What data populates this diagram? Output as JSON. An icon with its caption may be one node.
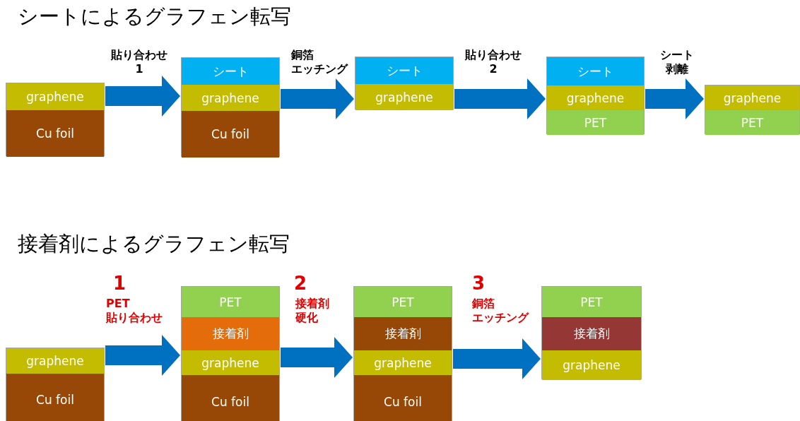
{
  "diagram": {
    "title": "シートによるグラフェン転写",
    "nodes": [
      {
        "text": [],
        "shape": "box"
      },
      {
        "text": [
          "graphene"
        ],
        "in": 0
      },
      {
        "text": [
          "Cu foil"
        ],
        "in": 0
      },
      {
        "text": [],
        "shape": "box"
      },
      {
        "text": [
          "シート"
        ],
        "in": 3
      },
      {
        "text": [
          "graphene"
        ],
        "in": 3
      },
      {
        "text": [
          "Cu foil"
        ],
        "in": 3
      },
      {
        "text": [],
        "shape": "box"
      },
      {
        "text": [
          "シート"
        ],
        "in": 7
      },
      {
        "text": [
          "graphene"
        ],
        "in": 7
      },
      {
        "text": [],
        "shape": "box"
      },
      {
        "text": [
          "シート"
        ],
        "in": 10
      },
      {
        "text": [
          "graphene"
        ],
        "in": 10
      },
      {
        "text": [
          "PET"
        ],
        "in": 10
      },
      {
        "text": [],
        "shape": "box"
      },
      {
        "text": [
          "graphene"
        ],
        "in": 14
      },
      {
        "text": [
          "PET"
        ],
        "in": 14
      },
      {
        "text": [],
        "shape": "box"
      },
      {
        "text": [
          "graphene"
        ],
        "in": 17
      },
      {
        "text": [
          "Cu foil"
        ],
        "in": 17
      },
      {
        "text": [],
        "shape": "box"
      },
      {
        "text": [
          "PET"
        ],
        "in": 20
      },
      {
        "text": [
          "接着剤"
        ],
        "in": 20
      },
      {
        "text": [
          "graphene"
        ],
        "in": 20
      },
      {
        "text": [
          "Cu foil"
        ],
        "in": 20
      },
      {
        "text": [],
        "shape": "box"
      },
      {
        "text": [
          "PET"
        ],
        "in": 25
      },
      {
        "text": [
          "接着剤"
        ],
        "in": 25
      },
      {
        "text": [
          "graphene"
        ],
        "in": 25
      },
      {
        "text": [
          "Cu foil"
        ],
        "in": 25
      },
      {
        "text": [],
        "shape": "box"
      },
      {
        "text": [
          "PET"
        ],
        "in": 30
      },
      {
        "text": [
          "接着剤"
        ],
        "in": 30
      },
      {
        "text": [
          "graphene"
        ],
        "in": 30
      }
    ],
    "edges": [
      {
        "from": 0,
        "to": 3,
        "arrow": "to",
        "label": "貼り合わせ 1"
      },
      {
        "from": 3,
        "to": 7,
        "arrow": "to",
        "label": "銅箔エッチング"
      },
      {
        "from": 7,
        "to": 10,
        "arrow": "to",
        "label": "貼り合わせ 2"
      },
      {
        "from": 10,
        "to": 14,
        "arrow": "to",
        "label": "シート剥離"
      },
      {
        "from": 17,
        "to": 20,
        "arrow": "to",
        "label": "PET 貼り合わせ"
      },
      {
        "from": 20,
        "to": 25,
        "arrow": "to",
        "label": "接着剤硬化"
      },
      {
        "from": 25,
        "to": 30,
        "arrow": "to",
        "label": "銅箔エッチング"
      }
    ],
    "labels": [
      "接着剤によるグラフェン転写",
      "1",
      "2",
      "3"
    ]
  }
}
